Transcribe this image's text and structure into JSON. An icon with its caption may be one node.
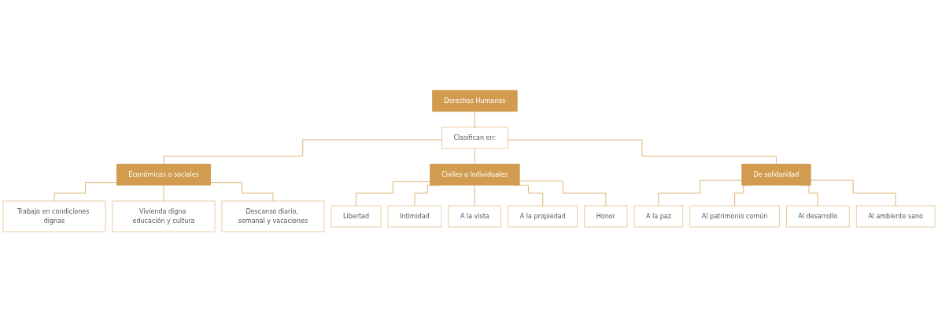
{
  "diagram": {
    "nodes": [
      {
        "text": [
          "Derechos Humanos"
        ]
      },
      {
        "text": [
          "Clasifican en:"
        ]
      },
      {
        "text": [
          "Económicas o sociales"
        ]
      },
      {
        "text": [
          "Trabajo en condiciones dignas"
        ]
      },
      {
        "text": [
          "Vivienda digna educación y cultura"
        ]
      },
      {
        "text": [
          "Descanso diario, semanal y vacaciones"
        ]
      },
      {
        "text": [
          "Civiles o Individuales"
        ]
      },
      {
        "text": [
          "Libertad"
        ]
      },
      {
        "text": [
          "Intimidad"
        ]
      },
      {
        "text": [
          "A la vista"
        ]
      },
      {
        "text": [
          "A la propiedad"
        ]
      },
      {
        "text": [
          "Honor"
        ]
      },
      {
        "text": [
          "De solidaridad"
        ]
      },
      {
        "text": [
          "A la paz"
        ]
      },
      {
        "text": [
          "Al patrimonio común"
        ]
      },
      {
        "text": [
          "Al desarrollo"
        ]
      },
      {
        "text": [
          "Al ambiente sano"
        ]
      }
    ],
    "edges": [
      {
        "from": 0,
        "to": 1,
        "arrow": "none"
      },
      {
        "from": 1,
        "to": 2,
        "arrow": "none"
      },
      {
        "from": 1,
        "to": 6,
        "arrow": "none"
      },
      {
        "from": 1,
        "to": 12,
        "arrow": "none"
      },
      {
        "from": 2,
        "to": 3,
        "arrow": "none"
      },
      {
        "from": 2,
        "to": 4,
        "arrow": "none"
      },
      {
        "from": 2,
        "to": 5,
        "arrow": "none"
      },
      {
        "from": 6,
        "to": 7,
        "arrow": "none"
      },
      {
        "from": 6,
        "to": 8,
        "arrow": "none"
      },
      {
        "from": 6,
        "to": 9,
        "arrow": "none"
      },
      {
        "from": 6,
        "to": 10,
        "arrow": "none"
      },
      {
        "from": 6,
        "to": 11,
        "arrow": "none"
      },
      {
        "from": 12,
        "to": 13,
        "arrow": "none"
      },
      {
        "from": 12,
        "to": 14,
        "arrow": "none"
      },
      {
        "from": 12,
        "to": 15,
        "arrow": "none"
      },
      {
        "from": 12,
        "to": 16,
        "arrow": "none"
      }
    ]
  }
}
